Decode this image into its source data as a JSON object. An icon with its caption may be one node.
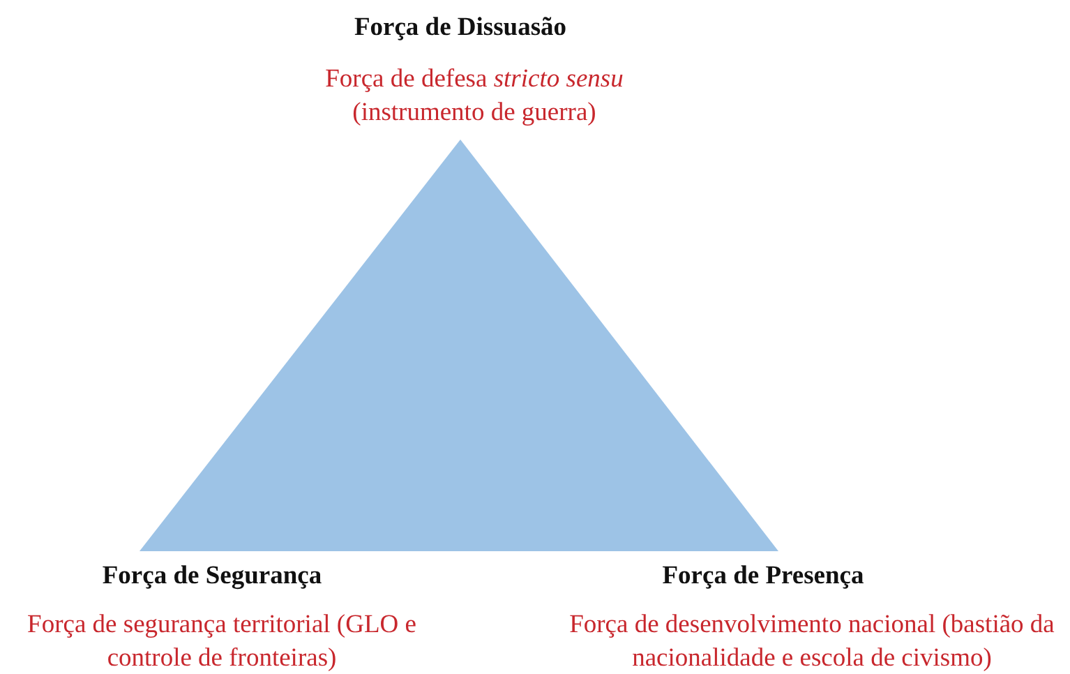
{
  "diagram": {
    "nodes": [
      {
        "text": [],
        "shape": "triangle"
      }
    ],
    "edges": [],
    "labels": [
      "Força de Dissuasão",
      "Força de defesa *stricto sensu* (instrumento de guerra)",
      "Força de Segurança",
      "Força de segurança territorial (GLO e controle de fronteiras)",
      "Força de Presença",
      "Força de desenvolvimento nacional (bastião da nacionalidade e escola de civismo)"
    ]
  }
}
